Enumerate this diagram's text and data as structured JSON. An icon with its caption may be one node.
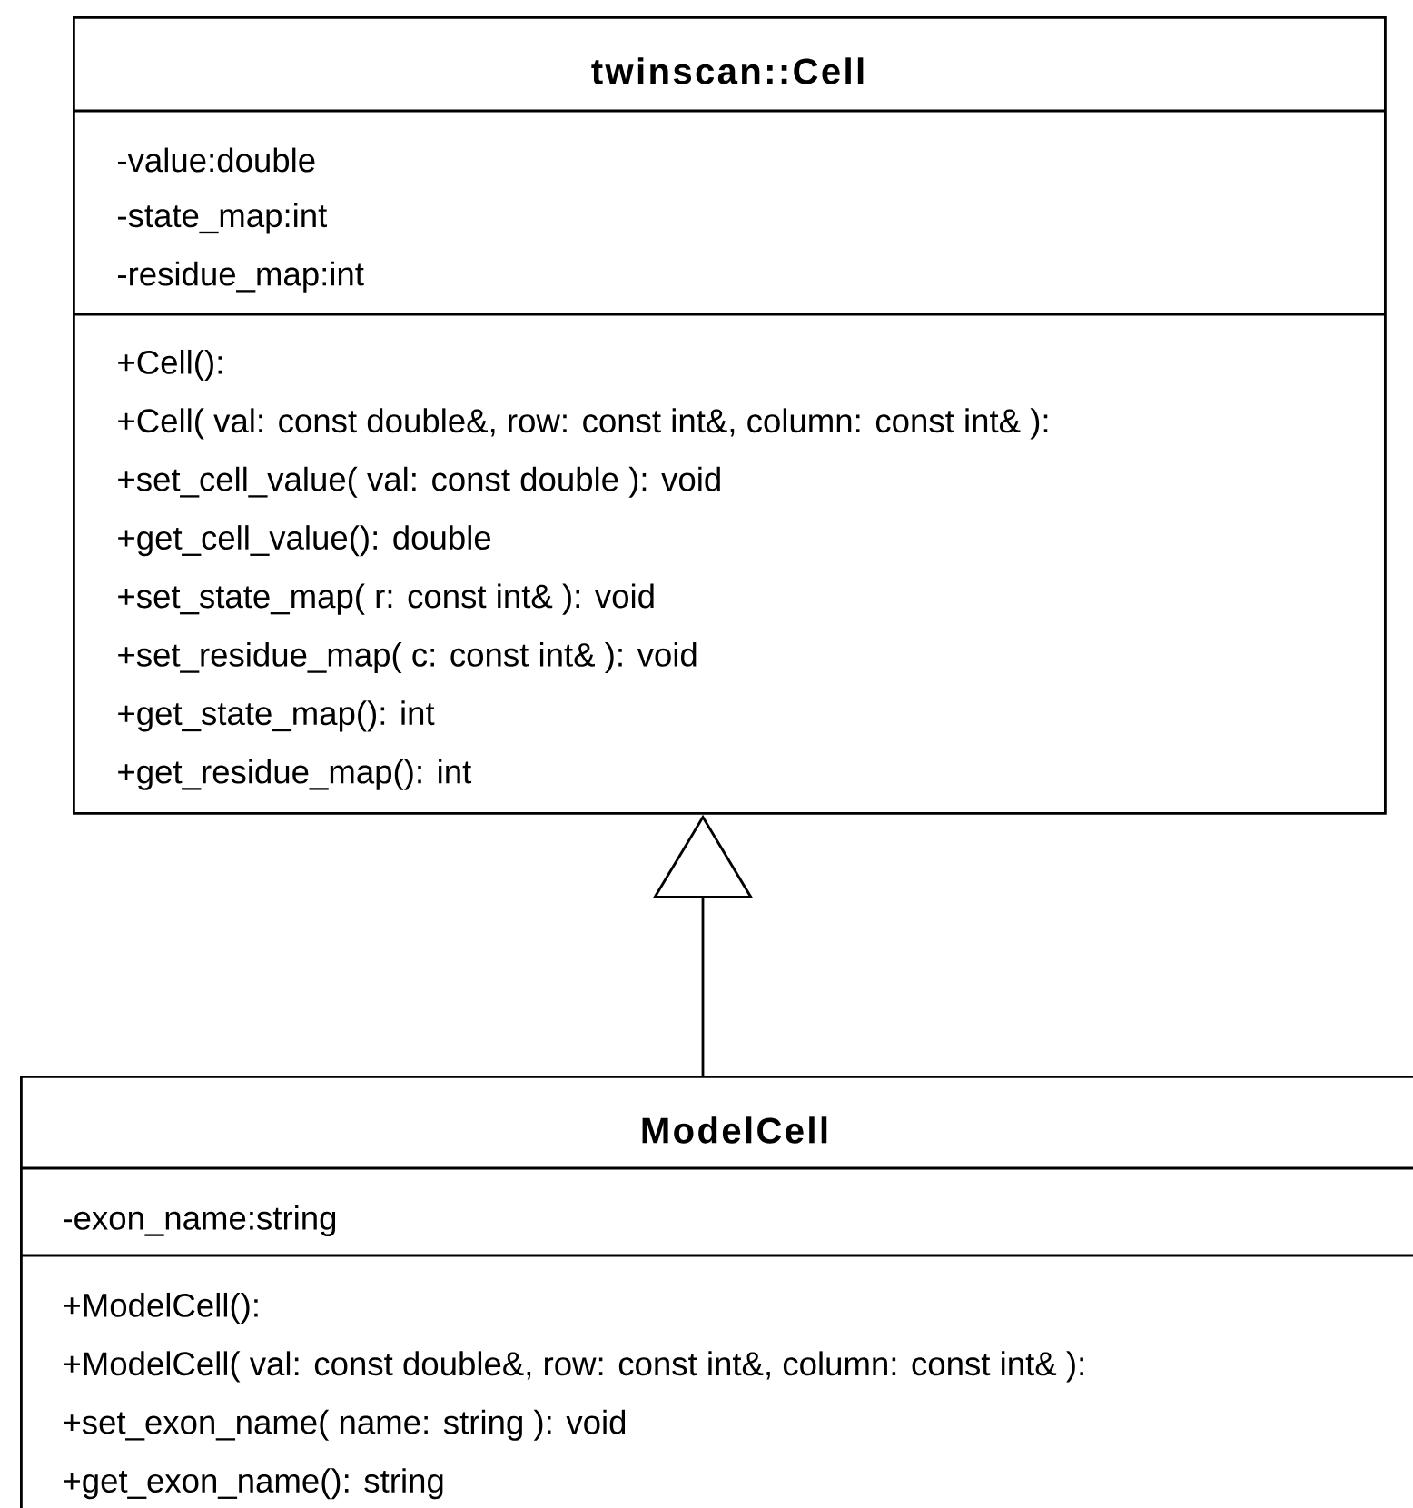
{
  "diagram": {
    "nodes": [
      {
        "text": [
          "twinscan::Cell",
          "-value:double",
          "-state_map:int",
          "-residue_map:int",
          "+Cell():",
          "+Cell( val: const double&, row: const int&, column: const int& ):",
          "+set_cell_value( val: const double ): void",
          "+get_cell_value(): double",
          "+set_state_map( r: const int& ): void",
          "+set_residue_map( c: const int& ): void",
          "+get_state_map(): int",
          "+get_residue_map(): int"
        ]
      },
      {
        "text": [
          "ModelCell",
          "-exon_name:string",
          "+ModelCell():",
          "+ModelCell( val: const double&, row: const int&, column: const int& ):",
          "+set_exon_name( name: string ): void",
          "+get_exon_name(): string"
        ]
      }
    ],
    "edges": [
      {
        "from": 1,
        "to": 0,
        "arrow": "to"
      }
    ]
  }
}
